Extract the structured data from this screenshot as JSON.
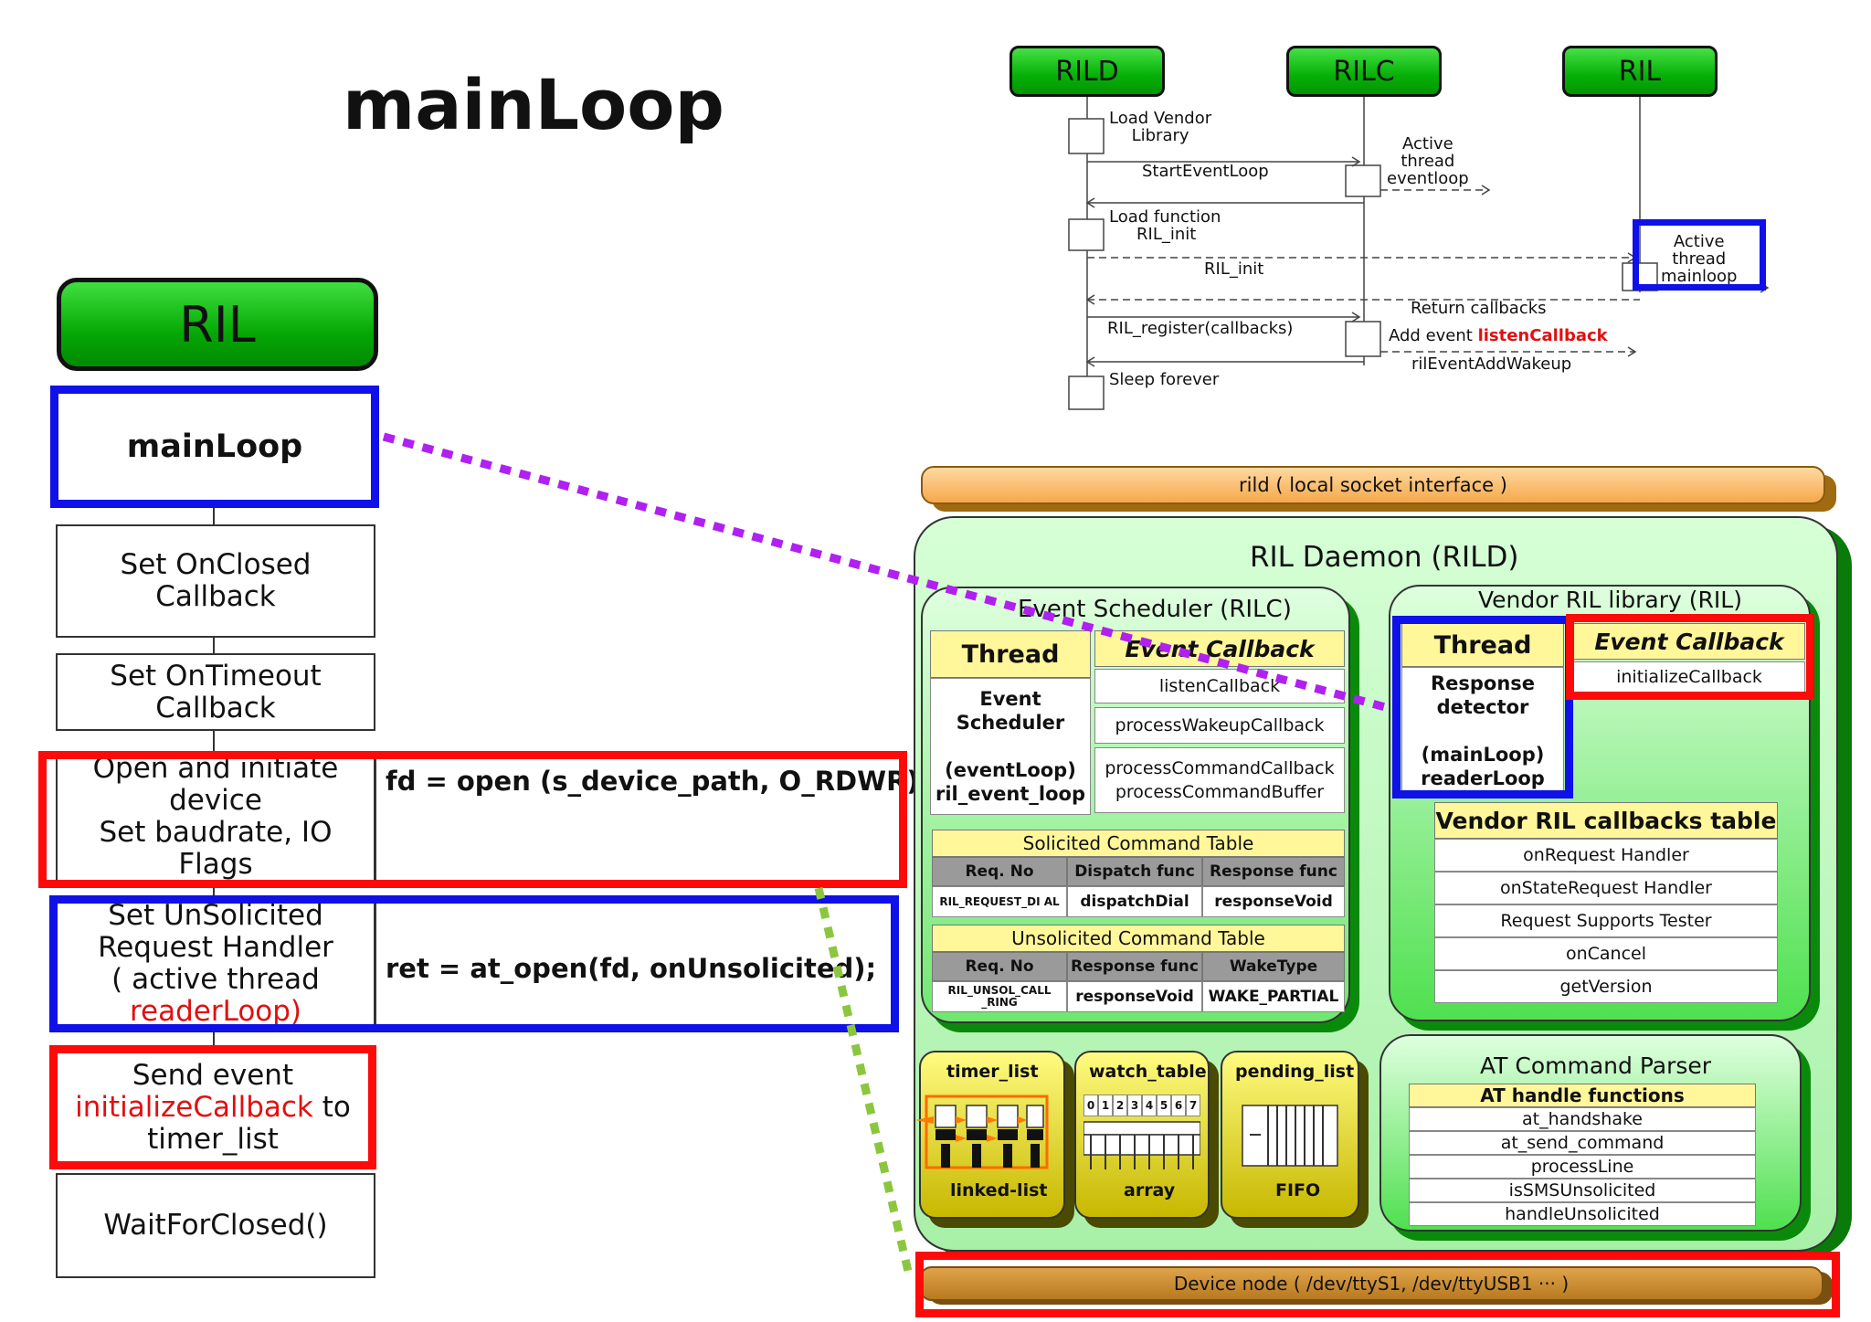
{
  "title": "mainLoop",
  "left": {
    "header": "RIL",
    "main_box": "mainLoop",
    "steps": [
      {
        "lines": [
          "Set OnClosed",
          "Callback"
        ]
      },
      {
        "lines": [
          "Set OnTimeout",
          "Callback"
        ]
      },
      {
        "lines": [
          "Open and initiate",
          "device",
          "Set baudrate, IO",
          "Flags"
        ]
      },
      {
        "lines": [
          "Set UnSolicited",
          "Request Handler",
          "( active thread"
        ],
        "red_line": "readerLoop)"
      },
      {
        "line1": "Send event",
        "red_word": "initializeCallback",
        "after_red": " to",
        "line3": "timer_list"
      },
      {
        "lines": [
          "WaitForClosed()"
        ]
      }
    ],
    "code_open": "fd = open (s_device_path, O_RDWR);",
    "code_at_open": "ret = at_open(fd, onUnsolicited);"
  },
  "sequence": {
    "heads": [
      "RILD",
      "RILC",
      "RIL"
    ],
    "msgs": {
      "load_vendor": [
        "Load Vendor",
        "Library"
      ],
      "active_eventloop": [
        "Active",
        "thread",
        "eventloop"
      ],
      "start_event_loop": "StartEventLoop",
      "load_function": [
        "Load function",
        "RIL_init"
      ],
      "active_mainloop": [
        "Active",
        "thread",
        "mainloop"
      ],
      "ril_init": "RIL_init",
      "return_callbacks": "Return callbacks",
      "ril_register": "RIL_register(callbacks)",
      "add_event_prefix": "Add event ",
      "add_event_red": "listenCallback",
      "ril_event_add_wakeup": "rilEventAddWakeup",
      "sleep_forever": "Sleep forever"
    }
  },
  "daemon": {
    "top_bar": "rild ( local socket interface )",
    "title": "RIL Daemon (RILD)",
    "scheduler": {
      "title": "Event Scheduler (RILC)",
      "thread_head": "Thread",
      "thread_lines": [
        "Event",
        "Scheduler",
        "",
        "(eventLoop)",
        "ril_event_loop"
      ],
      "callback_head": "Event Callback",
      "callbacks": [
        "listenCallback",
        "processWakeupCallback",
        "processCommandCallback",
        "processCommandBuffer"
      ],
      "solicited": {
        "title": "Solicited Command Table",
        "headers": [
          "Req. No",
          "Dispatch func",
          "Response func"
        ],
        "row": [
          "RIL_REQUEST_DI AL",
          "dispatchDial",
          "responseVoid"
        ]
      },
      "unsolicited": {
        "title": "Unsolicited Command Table",
        "headers": [
          "Req. No",
          "Response func",
          "WakeType"
        ],
        "row": [
          "RIL_UNSOL_CALL _RING",
          "responseVoid",
          "WAKE_PARTIAL"
        ]
      }
    },
    "vendor": {
      "title": "Vendor RIL library (RIL)",
      "thread_head": "Thread",
      "thread_lines": [
        "Response",
        "detector",
        "",
        "(mainLoop)",
        "readerLoop"
      ],
      "callback_head": "Event Callback",
      "callback": "initializeCallback",
      "table_title": "Vendor RIL callbacks table",
      "table_rows": [
        "onRequest Handler",
        "onStateRequest Handler",
        "Request Supports Tester",
        "onCancel",
        "getVersion"
      ]
    },
    "timer": {
      "title": "timer_list",
      "caption": "linked-list"
    },
    "watch": {
      "title": "watch_table",
      "digits": [
        "0",
        "1",
        "2",
        "3",
        "4",
        "5",
        "6",
        "7"
      ],
      "caption": "array"
    },
    "pending": {
      "title": "pending_list",
      "caption": "FIFO"
    },
    "at_parser": {
      "title": "AT Command Parser",
      "head": "AT handle functions",
      "rows": [
        "at_handshake",
        "at_send_command",
        "processLine",
        "isSMSUnsolicited",
        "handleUnsolicited"
      ]
    },
    "device_node": "Device node ( /dev/ttyS1, /dev/ttyUSB1 ··· )"
  },
  "colors": {
    "red": "#ff0a0a",
    "blue": "#1010e8",
    "purple_dots": "#b020f0",
    "green_dots": "#8cc63f",
    "green": "#06b006"
  }
}
